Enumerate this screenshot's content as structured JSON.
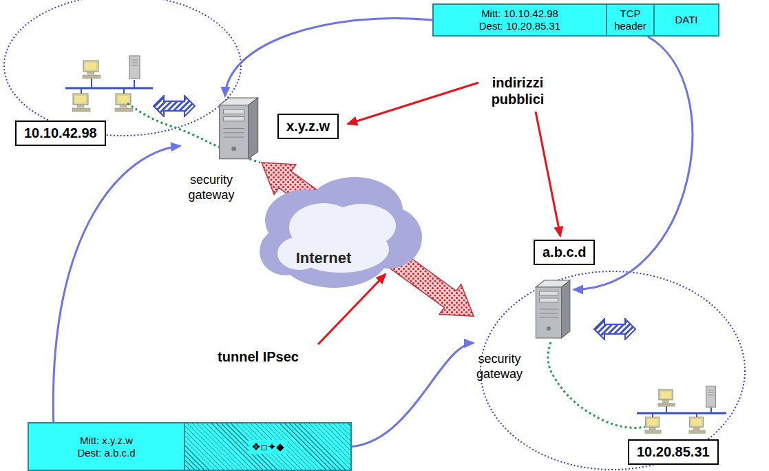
{
  "diagram": {
    "nodes": [
      {
        "text": [
          "Mitt: 10.10.42.98 Dest: 10.20.85.31",
          "TCP header",
          "DATI"
        ]
      },
      {
        "text": [
          "x.y.z.w"
        ]
      },
      {
        "text": [
          "10.10.42.98"
        ]
      },
      {
        "text": [
          "security gateway"
        ]
      },
      {
        "text": [
          "Internet"
        ]
      },
      {
        "text": [
          "a.b.c.d"
        ]
      },
      {
        "text": [
          "security gateway"
        ]
      },
      {
        "text": [
          "Mitt: x.y.z.w Dest: a.b.c.d",
          "❖▫✦◆"
        ]
      },
      {
        "text": [
          "10.20.85.31"
        ]
      }
    ],
    "edges": [
      {
        "from": 0,
        "to": 3,
        "arrow": "to"
      },
      {
        "from": 0,
        "to": 6,
        "arrow": "to"
      },
      {
        "from": 7,
        "to": 3,
        "arrow": "to"
      },
      {
        "from": 7,
        "to": 6,
        "arrow": "to"
      },
      {
        "from": 3,
        "to": 6,
        "arrow": "both"
      }
    ],
    "labels": [
      "indirizzi pubblici",
      "tunnel IPsec"
    ]
  }
}
